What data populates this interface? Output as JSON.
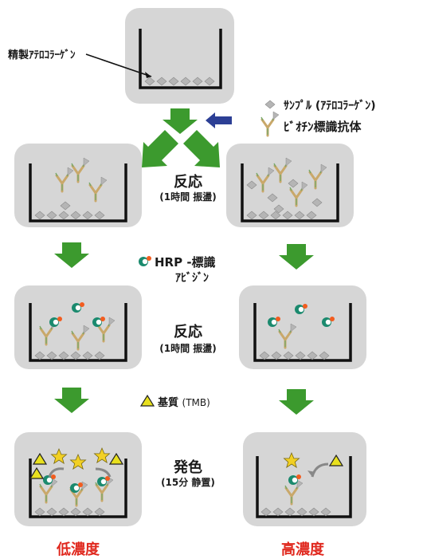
{
  "labels": {
    "purified_atelocollagen": "精製ｱﾃﾛｺﾗｰｹﾞﾝ",
    "legend_sample": "ｻﾝﾌﾟﾙ (ｱﾃﾛｺﾗｰｹﾞﾝ)",
    "legend_biotin_antibody": "ﾋﾞｵﾁﾝ標識抗体",
    "step1_title": "反応",
    "step1_detail": "(1時間  振盪)",
    "hrp_line1": "HRP -標識",
    "hrp_line2": "ｱﾋﾞｼﾞﾝ",
    "step2_title": "反応",
    "step2_detail": "(1時間  振盪)",
    "substrate": "基質",
    "substrate_tmb": "(TMB)",
    "color_title": "発色",
    "color_detail": "(15分  静置)",
    "low_conc": "低濃度",
    "high_conc": "高濃度"
  },
  "colors": {
    "box_gray": "#d6d6d6",
    "arrow_green": "#3c9a2e",
    "arrow_blue": "#2c3f95",
    "sample_diamond": "#b5b5b5",
    "antibody_tan": "#c9a86a",
    "antibody_green": "#77a86a",
    "hrp_teal": "#1b8a6e",
    "hrp_orange": "#f25c1f",
    "star_yellow": "#f2d024",
    "triangle_yellow": "#e8e01e",
    "label_red": "#e0281e"
  },
  "icons": [
    "sample-diamond-icon",
    "biotin-antibody-icon",
    "hrp-avidin-icon",
    "substrate-triangle-icon",
    "color-star-icon",
    "curved-arrow-icon"
  ]
}
